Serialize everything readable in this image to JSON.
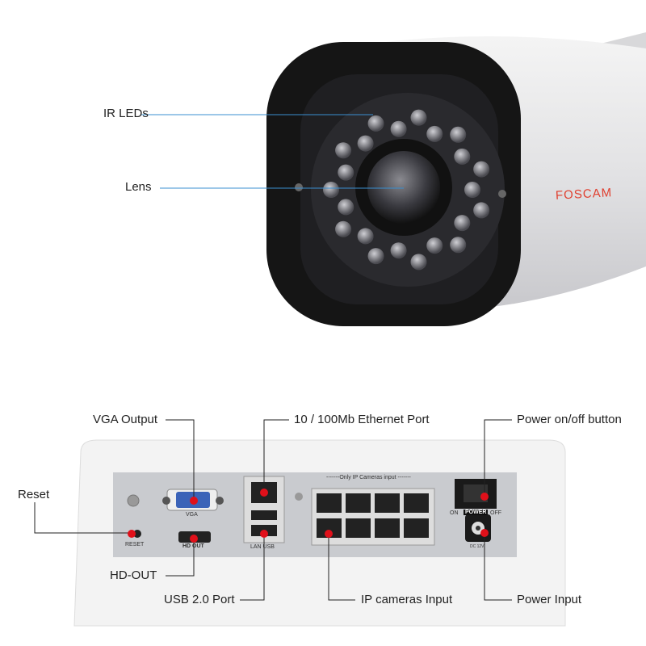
{
  "camera": {
    "brand": "FOSCAM",
    "callouts": {
      "ir_leds": "IR LEDs",
      "lens": "Lens"
    }
  },
  "nvr": {
    "callouts": {
      "vga_output": "VGA Output",
      "ethernet_port": "10 / 100Mb Ethernet Port",
      "power_button": "Power on/off button",
      "reset": "Reset",
      "hd_out": "HD-OUT",
      "usb_port": "USB 2.0 Port",
      "ip_cameras_input": "IP cameras Input",
      "power_input": "Power Input"
    },
    "panel_labels": {
      "vga": "VGA",
      "reset": "RESET",
      "hdout": "HD OUT",
      "lan_usb": "LAN   USB",
      "ip_input": "-------Only IP Cameras input -------",
      "on": "ON",
      "power": "POWER",
      "off": "OFF",
      "dc": "DC 12V"
    },
    "marker_color": "#e0101a",
    "line_color_camera": "#3a8fd0",
    "line_color_nvr": "#222222"
  }
}
